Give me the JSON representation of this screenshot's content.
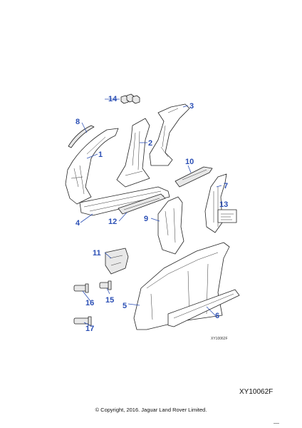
{
  "diagram": {
    "callouts": [
      "1",
      "2",
      "3",
      "4",
      "5",
      "6",
      "7",
      "8",
      "9",
      "10",
      "11",
      "12",
      "13",
      "14",
      "15",
      "16",
      "17"
    ],
    "inset_label": "XY10062F",
    "callout_color": "#2b4fb5"
  },
  "footer": {
    "reference": "XY10062F",
    "copyright": "© Copyright, 2016. Jaguar Land Rover Limited."
  }
}
